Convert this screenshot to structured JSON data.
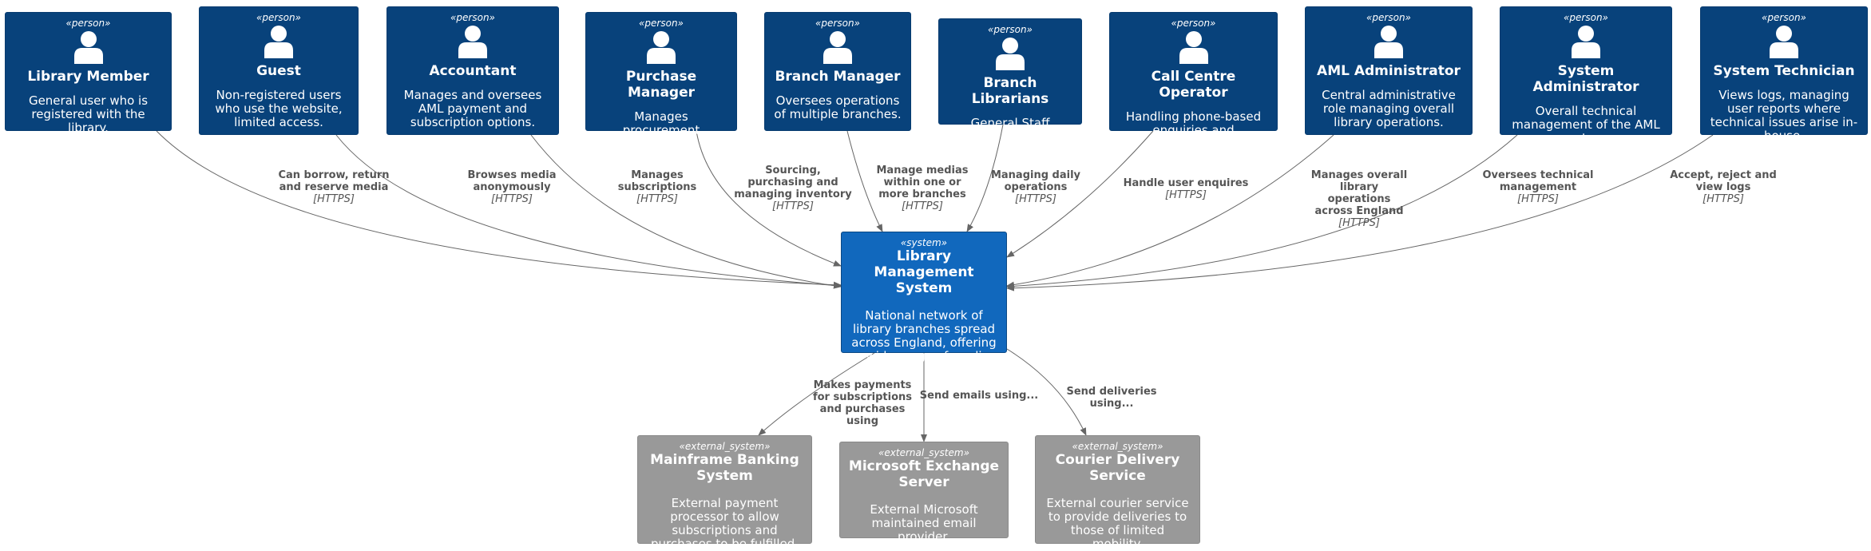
{
  "persons": [
    {
      "id": "library-member",
      "stereotype": "«person»",
      "title": "Library Member",
      "description": "General user who is registered with the library."
    },
    {
      "id": "guest",
      "stereotype": "«person»",
      "title": "Guest",
      "description": "Non-registered users who use the website, limited access."
    },
    {
      "id": "accountant",
      "stereotype": "«person»",
      "title": "Accountant",
      "description": "Manages and oversees AML payment and subscription options."
    },
    {
      "id": "purchase-manager",
      "stereotype": "«person»",
      "title": "Purchase Manager",
      "description": "Manages procurement activities."
    },
    {
      "id": "branch-manager",
      "stereotype": "«person»",
      "title": "Branch Manager",
      "description": "Oversees operations of multiple branches."
    },
    {
      "id": "branch-librarians",
      "stereotype": "«person»",
      "title": "Branch Librarians",
      "description": "General Staff"
    },
    {
      "id": "call-centre-operator",
      "stereotype": "«person»",
      "title": "Call Centre Operator",
      "description": "Handling phone-based enquiries and transactions."
    },
    {
      "id": "aml-administrator",
      "stereotype": "«person»",
      "title": "AML Administrator",
      "description": "Central administrative role managing overall library operations."
    },
    {
      "id": "system-administrator",
      "stereotype": "«person»",
      "title": "System Administrator",
      "description": "Overall technical management of the AML system."
    },
    {
      "id": "system-technician",
      "stereotype": "«person»",
      "title": "System Technician",
      "description": "Views logs, managing user reports where technical issues arise in-house."
    }
  ],
  "system": {
    "id": "lms",
    "stereotype": "«system»",
    "title": "Library Management System",
    "description": "National network of library branches spread across England, offering a wide range of media."
  },
  "external_systems": [
    {
      "id": "banking",
      "stereotype": "«external_system»",
      "title": "Mainframe Banking System",
      "description": "External payment processor to allow subscriptions and purchases to be fulfilled."
    },
    {
      "id": "exchange",
      "stereotype": "«external_system»",
      "title": "Microsoft Exchange Server",
      "description": "External Microsoft maintained email provider."
    },
    {
      "id": "courier",
      "stereotype": "«external_system»",
      "title": "Courier Delivery Service",
      "description": "External courier service to provide deliveries to those of limited mobility."
    }
  ],
  "relations": [
    {
      "from": "library-member",
      "to": "lms",
      "label": "Can borrow, return and reserve media",
      "tech": "[HTTPS]"
    },
    {
      "from": "guest",
      "to": "lms",
      "label": "Browses media anonymously",
      "tech": "[HTTPS]"
    },
    {
      "from": "accountant",
      "to": "lms",
      "label": "Manages subscriptions",
      "tech": "[HTTPS]"
    },
    {
      "from": "purchase-manager",
      "to": "lms",
      "label": "Sourcing, purchasing and managing inventory",
      "tech": "[HTTPS]"
    },
    {
      "from": "branch-manager",
      "to": "lms",
      "label": "Manage medias within one or more branches",
      "tech": "[HTTPS]"
    },
    {
      "from": "branch-librarians",
      "to": "lms",
      "label": "Managing daily operations",
      "tech": "[HTTPS]"
    },
    {
      "from": "call-centre-operator",
      "to": "lms",
      "label": "Handle user enquires",
      "tech": "[HTTPS]"
    },
    {
      "from": "aml-administrator",
      "to": "lms",
      "label": "Manages overall library operations across England",
      "tech": "[HTTPS]"
    },
    {
      "from": "system-administrator",
      "to": "lms",
      "label": "Oversees technical management",
      "tech": "[HTTPS]"
    },
    {
      "from": "system-technician",
      "to": "lms",
      "label": "Accept, reject and view logs",
      "tech": "[HTTPS]"
    },
    {
      "from": "lms",
      "to": "banking",
      "label": "Makes payments for subscriptions and purchases using",
      "tech": ""
    },
    {
      "from": "lms",
      "to": "exchange",
      "label": "Send emails using...",
      "tech": ""
    },
    {
      "from": "lms",
      "to": "courier",
      "label": "Send deliveries using...",
      "tech": ""
    }
  ],
  "colors": {
    "person": "#08427b",
    "system": "#1168bd",
    "external": "#999999",
    "edge": "#666666",
    "label": "#555555"
  },
  "icons": {
    "person": "person-icon"
  }
}
